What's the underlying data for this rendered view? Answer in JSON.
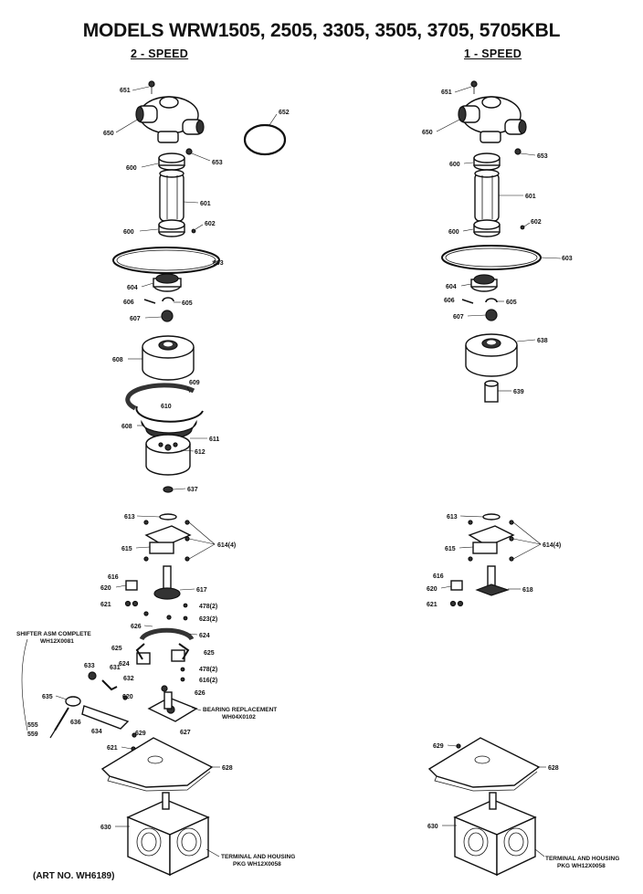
{
  "title": "MODELS WRW1505, 2505, 3305, 3505, 3705, 5705KBL",
  "columns": {
    "left": "2 - SPEED",
    "right": "1 - SPEED"
  },
  "art_number": "(ART NO. WH6189)",
  "left_labels": {
    "p651": "651",
    "p650": "650",
    "p652": "652",
    "p653": "653",
    "p600a": "600",
    "p601": "601",
    "p600b": "600",
    "p602": "602",
    "p603": "603",
    "p604": "604",
    "p606": "606",
    "p605": "605",
    "p607": "607",
    "p608": "608",
    "p609": "609",
    "p610": "610",
    "p608b": "608",
    "p611": "611",
    "p612": "612",
    "p637": "637",
    "p613": "613",
    "p615": "615",
    "p614": "614(4)",
    "p616": "616",
    "p620": "620",
    "p617": "617",
    "p621": "621",
    "p478a": "478(2)",
    "p623": "623(2)",
    "p626": "626",
    "p624": "624",
    "p625a": "625",
    "p625b": "625",
    "p624b": "624",
    "p478b": "478(2)",
    "p633": "633",
    "p631": "631",
    "p632": "632",
    "p616b": "616(2)",
    "p626b": "626",
    "p635": "635",
    "p620b": "620",
    "p634": "634",
    "p636": "636",
    "p555": "555",
    "p559": "559",
    "p627": "627",
    "p628": "628",
    "p621b": "621",
    "p629": "629",
    "p630": "630"
  },
  "right_labels": {
    "p651": "651",
    "p650": "650",
    "p653": "653",
    "p600a": "600",
    "p601": "601",
    "p600b": "600",
    "p602": "602",
    "p603": "603",
    "p604": "604",
    "p606": "606",
    "p605": "605",
    "p607": "607",
    "p638": "638",
    "p639": "639",
    "p613": "613",
    "p614": "614(4)",
    "p615": "615",
    "p616": "616",
    "p618": "618",
    "p620": "620",
    "p621": "621",
    "p629": "629",
    "p628": "628",
    "p630": "630"
  },
  "notes": {
    "shifter_title": "SHIFTER ASM COMPLETE",
    "shifter_part": "WH12X0081",
    "bearing_title": "BEARING REPLACEMENT",
    "bearing_part": "WH04X0102",
    "terminal_left_title": "TERMINAL AND HOUSING",
    "terminal_left_part": "PKG WH12X0058",
    "terminal_right_title": "TERMINAL AND HOUSING",
    "terminal_right_part": "PKG WH12X0058"
  }
}
